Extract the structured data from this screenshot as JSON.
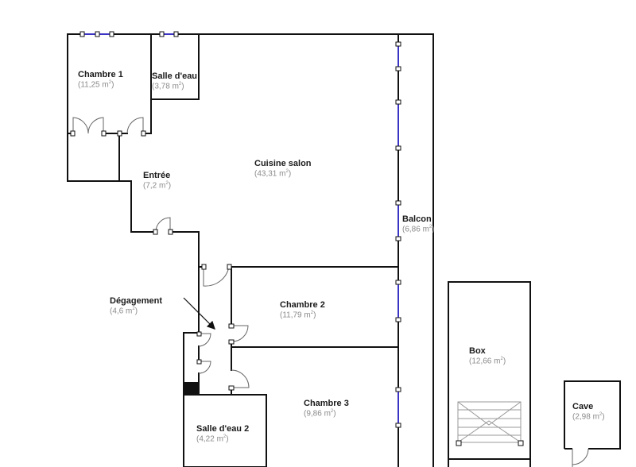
{
  "plan": {
    "colors": {
      "wall": "#111111",
      "window": "#3b33c4",
      "door_swing": "#666666",
      "label": "#1a1a1a",
      "area": "#8a8a8a"
    },
    "area_unit": "m",
    "area_unit_sup": "2",
    "rooms": [
      {
        "name": "Chambre 1",
        "area": "(11,25 m",
        "area_end": ")"
      },
      {
        "name": "Salle d'eau",
        "area": "(3,78 m",
        "area_end": ")"
      },
      {
        "name": "Entrée",
        "area": "(7,2 m",
        "area_end": ")"
      },
      {
        "name": "Cuisine salon",
        "area": "(43,31 m",
        "area_end": ")"
      },
      {
        "name": "Balcon",
        "area": "(6,86 m",
        "area_end": ")"
      },
      {
        "name": "Dégagement",
        "area": "(4,6 m",
        "area_end": ")"
      },
      {
        "name": "Chambre 2",
        "area": "(11,79 m",
        "area_end": ")"
      },
      {
        "name": "Chambre 3",
        "area": "(9,86 m",
        "area_end": ")"
      },
      {
        "name": "Salle d'eau 2",
        "area": "(4,22 m",
        "area_end": ")"
      },
      {
        "name": "Box",
        "area": "(12,66 m",
        "area_end": ")"
      },
      {
        "name": "Cave",
        "area": "(2,98 m",
        "area_end": ")"
      }
    ]
  }
}
